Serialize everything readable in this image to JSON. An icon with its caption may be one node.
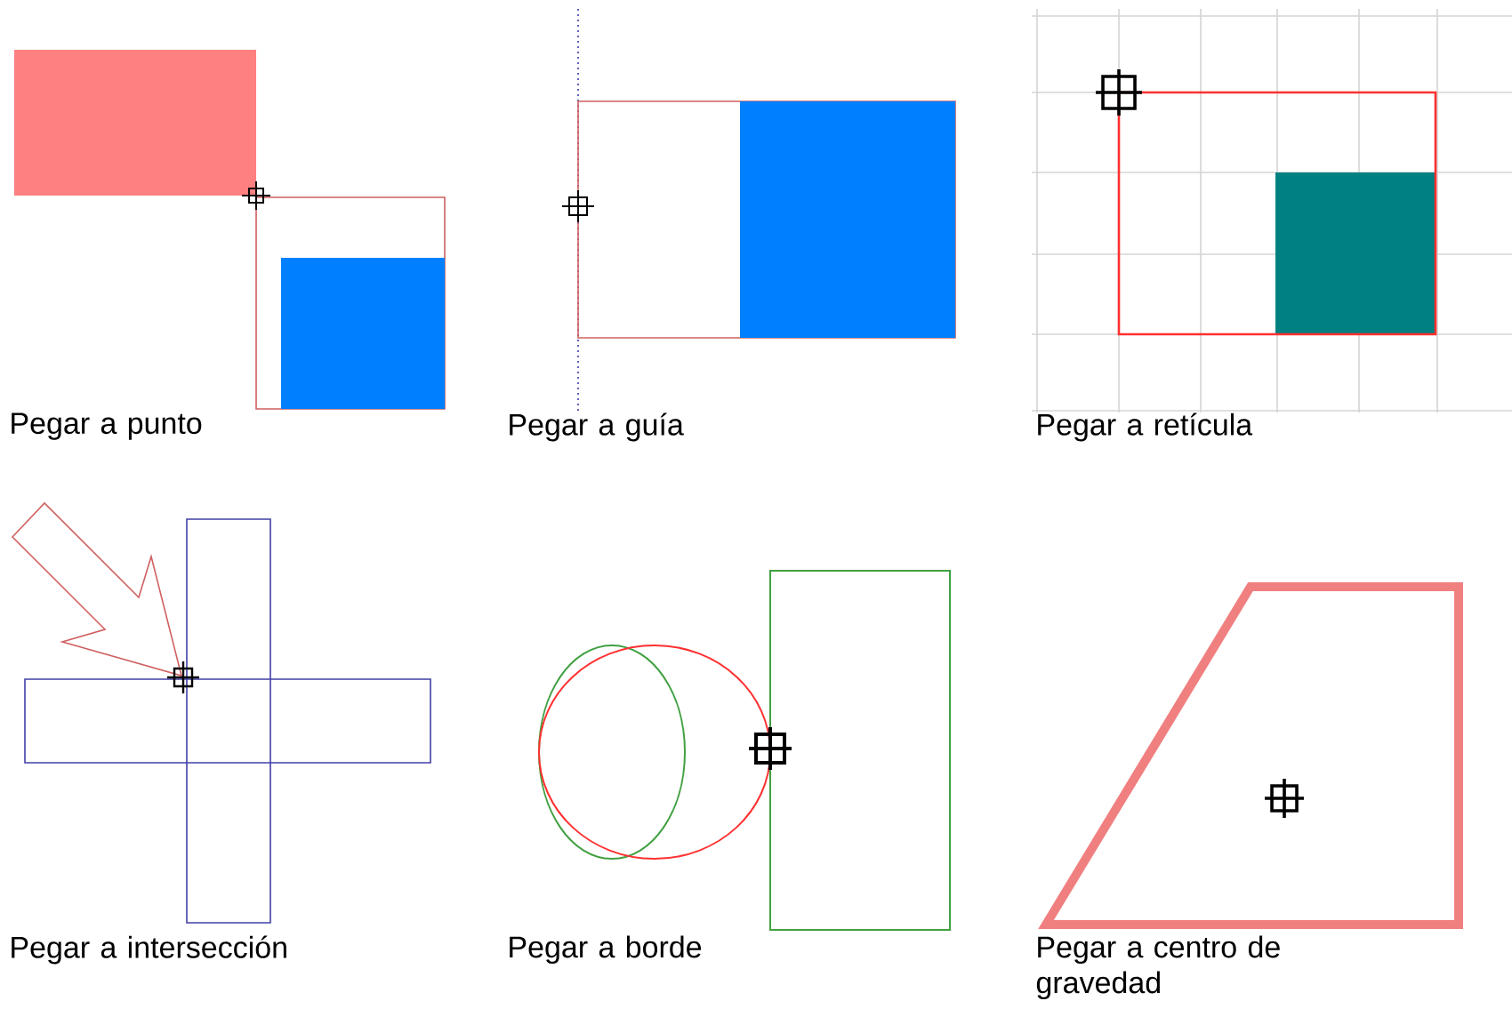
{
  "diagram": {
    "labels": [
      "Pegar a punto",
      "Pegar a guía",
      "Pegar a retícula",
      "Pegar a intersección",
      "Pegar a borde",
      "Pegar a centro de gravedad"
    ]
  }
}
